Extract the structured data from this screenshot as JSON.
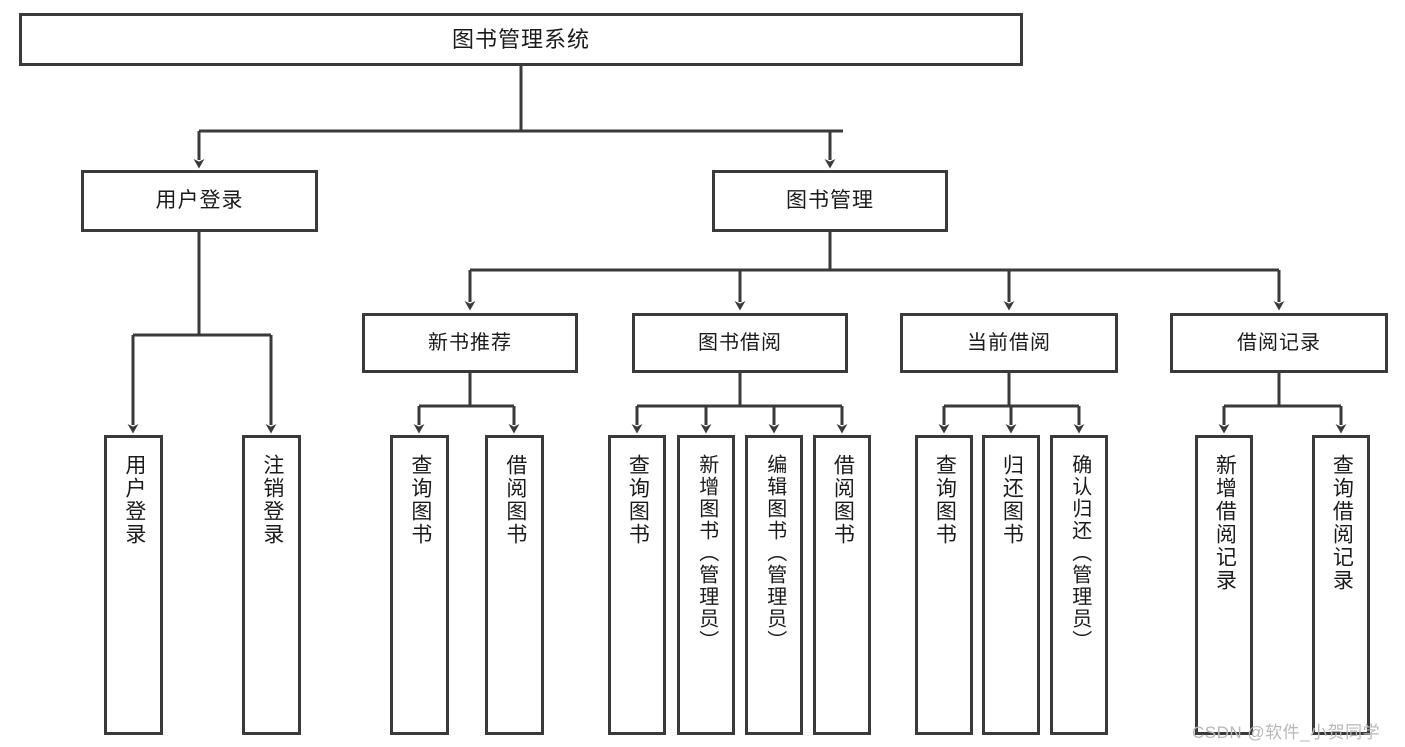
{
  "diagram": {
    "type": "hierarchy-tree",
    "title": "图书管理系统",
    "watermark": "CSDN @软件_小贺同学",
    "colors": {
      "stroke": "#3a3a3a",
      "box_fill": "#ffffff",
      "text": "#1b1b1b",
      "watermark": "#b8b8b8",
      "background": "#ffffff"
    },
    "root": {
      "label": "图书管理系统"
    },
    "level1": [
      {
        "label": "用户登录"
      },
      {
        "label": "图书管理"
      }
    ],
    "level2": [
      {
        "label": "新书推荐"
      },
      {
        "label": "图书借阅"
      },
      {
        "label": "当前借阅"
      },
      {
        "label": "借阅记录"
      }
    ],
    "leaves": {
      "user_login": [
        {
          "label": "用户登录"
        },
        {
          "label": "注销登录"
        }
      ],
      "new_book_recommend": [
        {
          "label": "查询图书"
        },
        {
          "label": "借阅图书"
        }
      ],
      "book_borrow": [
        {
          "label": "查询图书"
        },
        {
          "label": "新增图书（管理员）"
        },
        {
          "label": "编辑图书（管理员）"
        },
        {
          "label": "借阅图书"
        }
      ],
      "current_borrow": [
        {
          "label": "查询图书"
        },
        {
          "label": "归还图书"
        },
        {
          "label": "确认归还（管理员）"
        }
      ],
      "borrow_record": [
        {
          "label": "新增借阅记录"
        },
        {
          "label": "查询借阅记录"
        }
      ]
    }
  }
}
